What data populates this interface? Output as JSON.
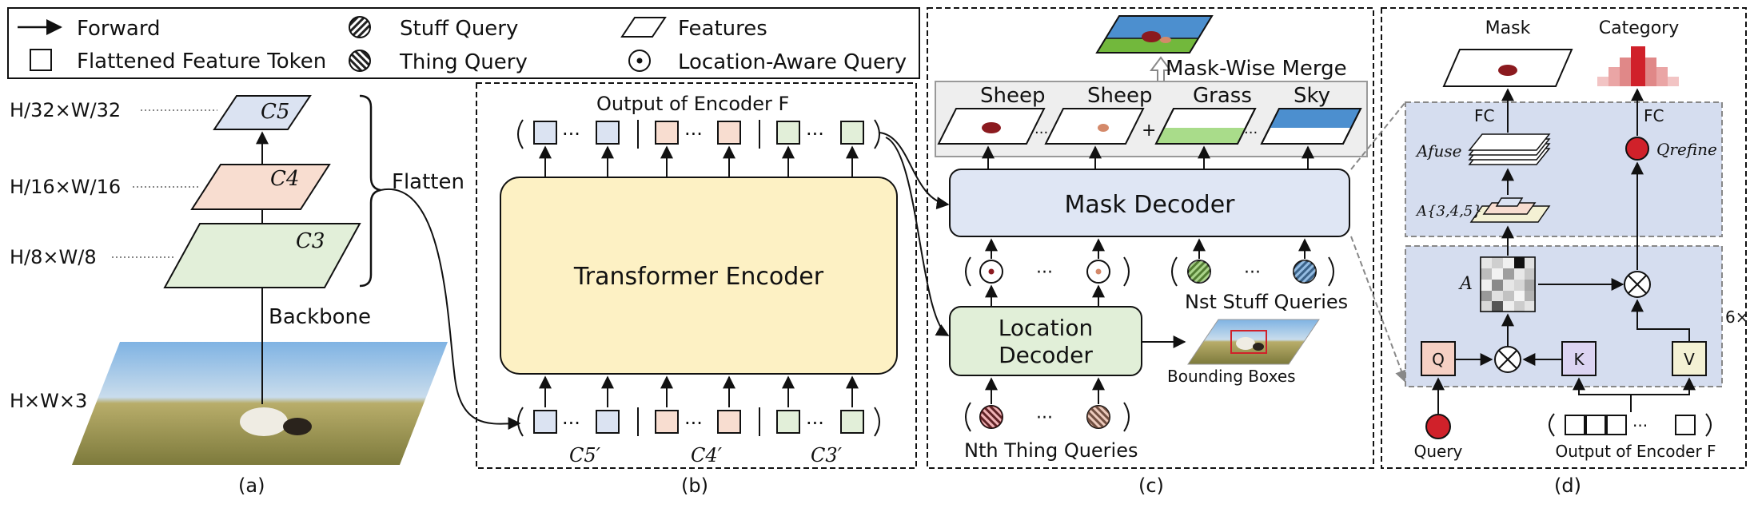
{
  "legend": {
    "forward": "Forward",
    "flattened_token": "Flattened Feature Token",
    "stuff_query": "Stuff Query",
    "thing_query": "Thing Query",
    "features": "Features",
    "location_query": "Location-Aware Query"
  },
  "panel_a": {
    "c5": "C5",
    "c4": "C4",
    "c3": "C3",
    "res32": "H/32×W/32",
    "res16": "H/16×W/16",
    "res8": "H/8×W/8",
    "res_img": "H×W×3",
    "flatten": "Flatten",
    "backbone": "Backbone",
    "caption": "(a)"
  },
  "panel_b": {
    "output_label": "Output of Encoder F",
    "encoder": "Transformer Encoder",
    "c5p": "C5′",
    "c4p": "C4′",
    "c3p": "C3′",
    "caption": "(b)"
  },
  "panel_c": {
    "merge": "Mask-Wise Merge",
    "sheep1": "Sheep",
    "sheep2": "Sheep",
    "grass": "Grass",
    "sky": "Sky",
    "mask_decoder": "Mask Decoder",
    "location_decoder_1": "Location",
    "location_decoder_2": "Decoder",
    "stuff_queries": "Nst Stuff Queries",
    "thing_queries": "Nth Thing Queries",
    "bboxes": "Bounding Boxes",
    "caption": "(c)"
  },
  "panel_d": {
    "mask": "Mask",
    "category": "Category",
    "fc1": "FC",
    "fc2": "FC",
    "a_fuse": "Afuse",
    "a_345": "A{3,4,5}",
    "q_refine": "Qrefine",
    "a": "A",
    "q": "Q",
    "k": "K",
    "v": "V",
    "times6": "6×",
    "query": "Query",
    "output_label": "Output of Encoder F",
    "caption": "(d)"
  },
  "colors": {
    "c5": "#dbe3f2",
    "c4": "#f8ddd0",
    "c3": "#e2efd9",
    "encoder": "#fdf1c4",
    "mask_decoder": "#dfe6f4",
    "location_decoder": "#e1efd8",
    "panel_d_bg": "#d5ddef",
    "red": "#d0212a",
    "q_box": "#f6d0c4",
    "k_box": "#dcd4f2",
    "v_box": "#f4f1d4",
    "sheep_dark": "#8b1a1f",
    "sheep_light": "#d4896a",
    "grass": "#72b83c",
    "sky": "#4c8fcf"
  }
}
